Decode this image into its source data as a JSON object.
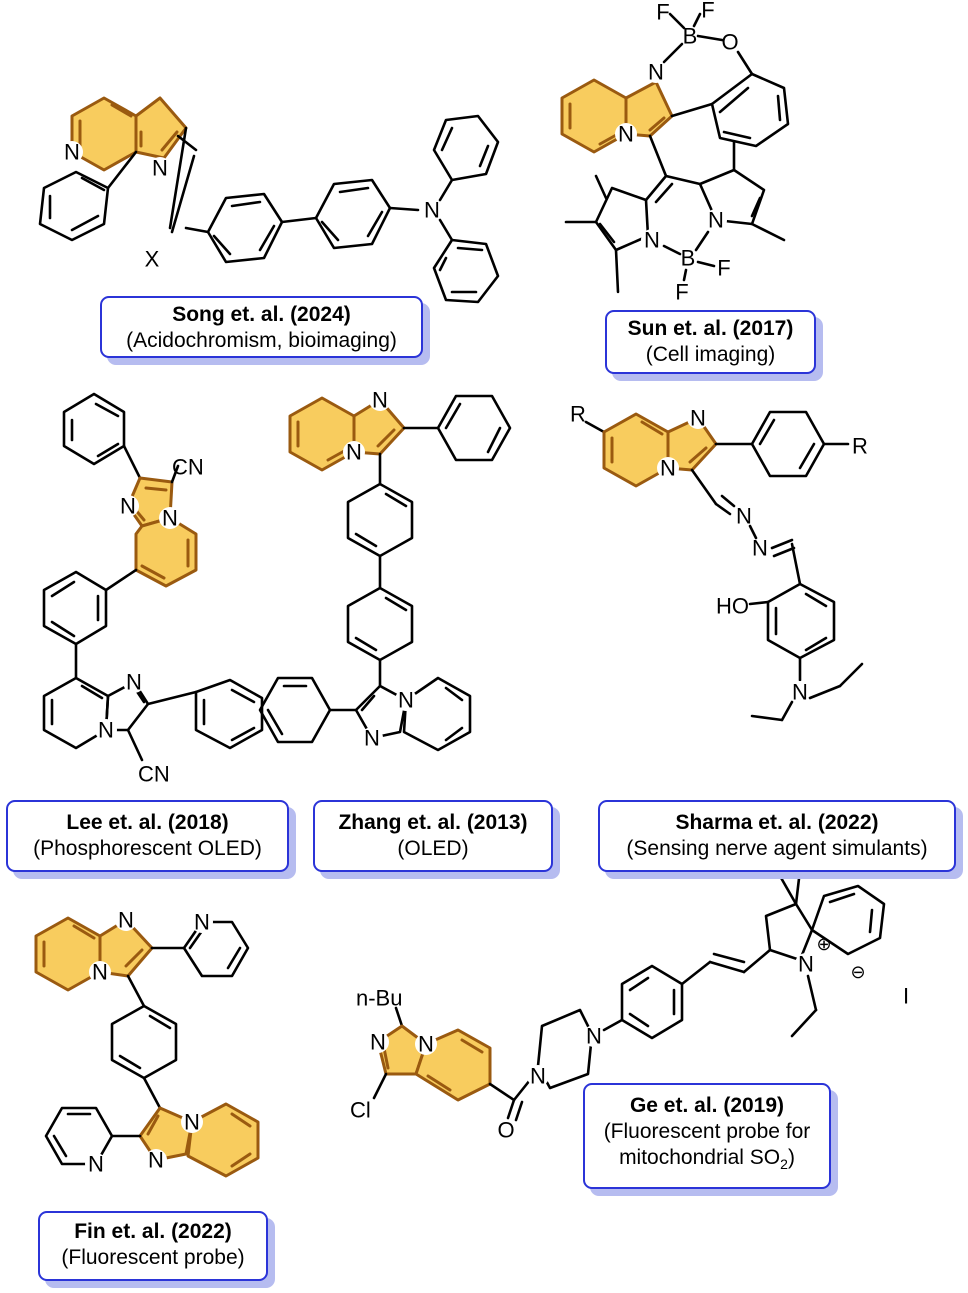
{
  "compounds": [
    {
      "title": "Song et. al. (2024)",
      "subtitle": "(Acidochromism, bioimaging)",
      "labels": {
        "x": "X"
      }
    },
    {
      "title": "Sun et. al. (2017)",
      "subtitle": "(Cell imaging)",
      "labels": {
        "f1": "F",
        "f2": "F",
        "b1": "B",
        "o": "O",
        "f3": "F",
        "f4": "F",
        "b2": "B"
      }
    },
    {
      "title": "Lee et. al. (2018)",
      "subtitle": "(Phosphorescent OLED)",
      "labels": {
        "cn1": "CN",
        "cn2": "CN"
      }
    },
    {
      "title": "Zhang et. al. (2013)",
      "subtitle": "(OLED)"
    },
    {
      "title": "Sharma et. al. (2022)",
      "subtitle": "(Sensing nerve agent simulants)",
      "labels": {
        "r1": "R",
        "r2": "R",
        "ho": "HO"
      }
    },
    {
      "title": "Fin et. al. (2022)",
      "subtitle": "(Fluorescent probe)"
    },
    {
      "title": "Ge et. al. (2019)",
      "subtitle_line1": "(Fluorescent probe for",
      "subtitle_line2": "mitochondrial SO",
      "subtitle_sub": "2",
      "subtitle_end": ")",
      "labels": {
        "nbu": "n-Bu",
        "cl": "Cl",
        "o": "O",
        "i": "I",
        "plus": "⊕",
        "minus": "⊖"
      }
    }
  ],
  "atoms": {
    "n": "N"
  },
  "colors": {
    "core_fill": "#f8cc5e",
    "core_stroke": "#9a5a10",
    "card_border": "#2b34d8",
    "card_shadow": "#b6bcf0"
  }
}
